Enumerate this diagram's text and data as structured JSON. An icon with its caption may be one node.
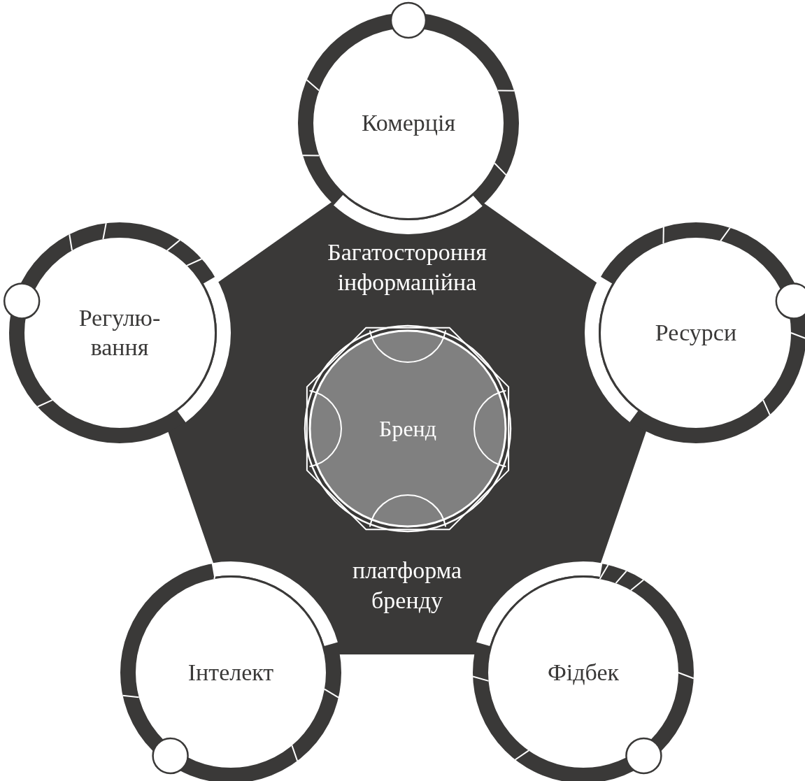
{
  "diagram": {
    "nodes": [
      {
        "text": [
          "Багатостороння інформаційна",
          "платформа бренду"
        ]
      },
      {
        "text": [
          "Комерція"
        ]
      },
      {
        "text": [
          "Регулю- вання"
        ]
      },
      {
        "text": [
          "Бренд"
        ],
        "in": 0
      },
      {
        "text": [
          "Ресурси"
        ]
      },
      {
        "text": [
          "Інтелект"
        ]
      },
      {
        "text": [
          "Фідбек"
        ]
      }
    ]
  }
}
